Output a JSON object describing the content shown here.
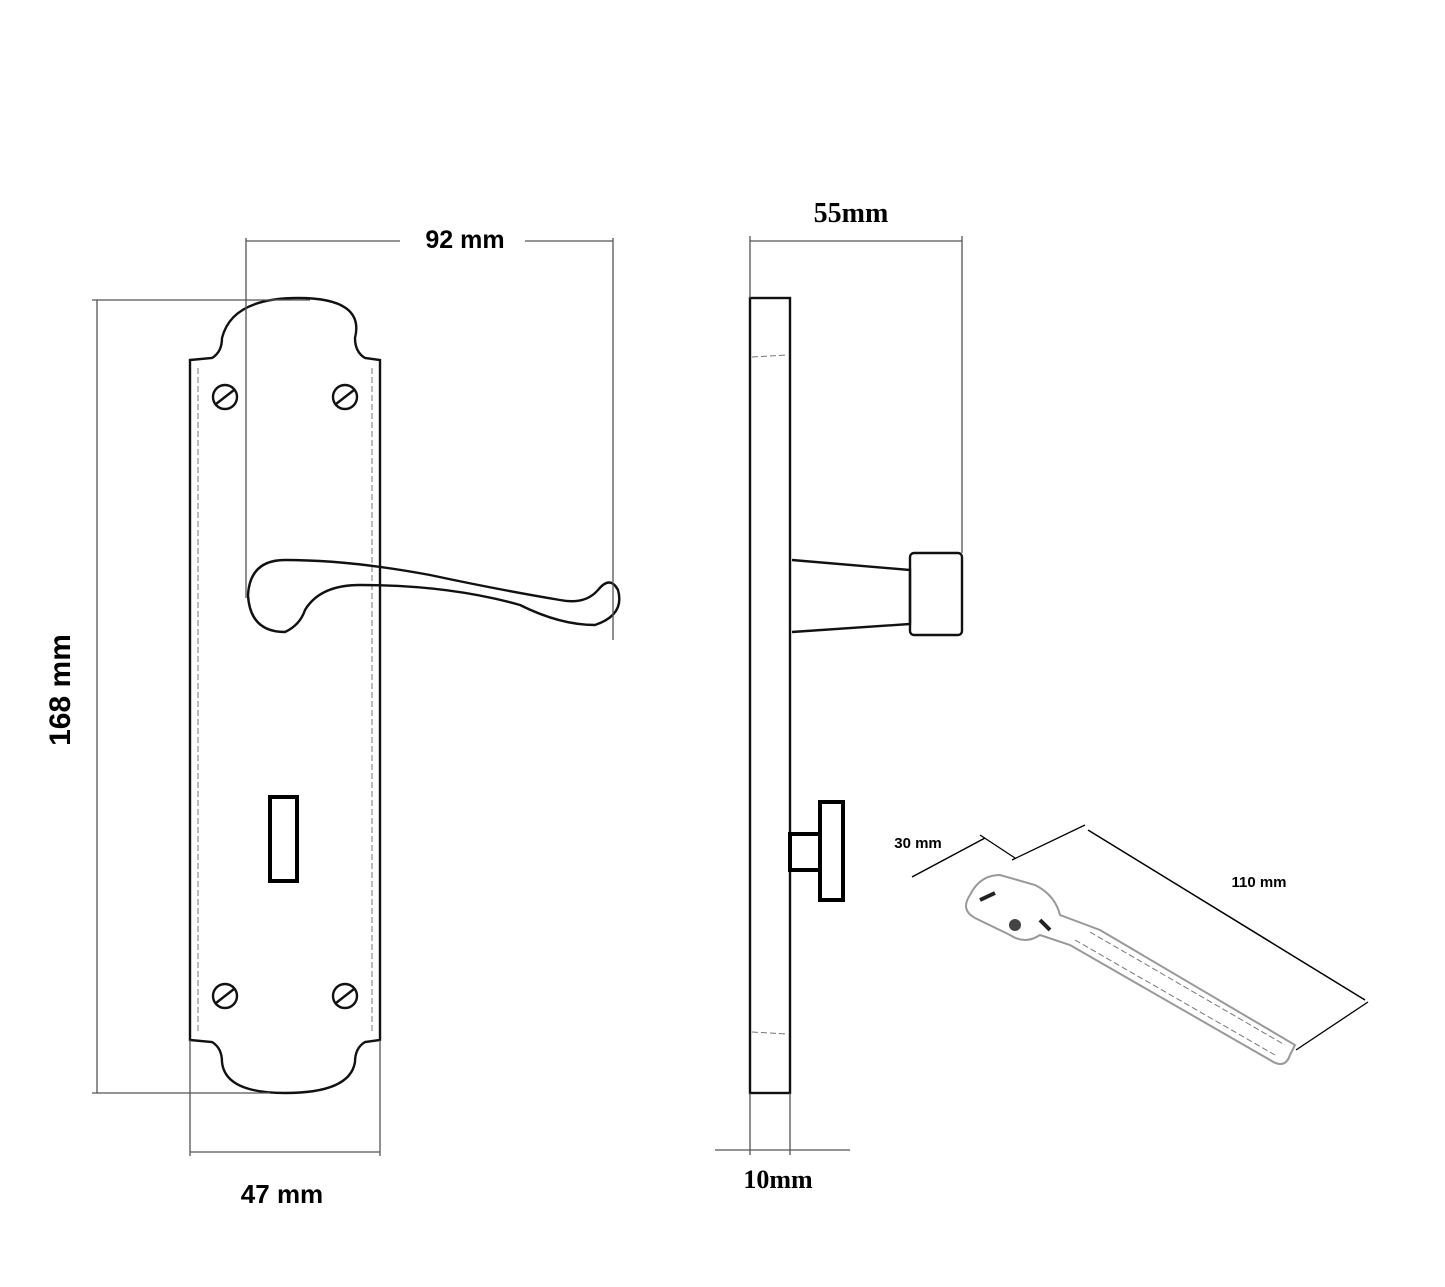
{
  "dimensions": {
    "handle_projection_front": "92 mm",
    "handle_projection_side": "55mm",
    "plate_height": "168 mm",
    "plate_width": "47 mm",
    "plate_thickness": "10mm",
    "key_bit_length": "30 mm",
    "key_length": "110 mm"
  }
}
